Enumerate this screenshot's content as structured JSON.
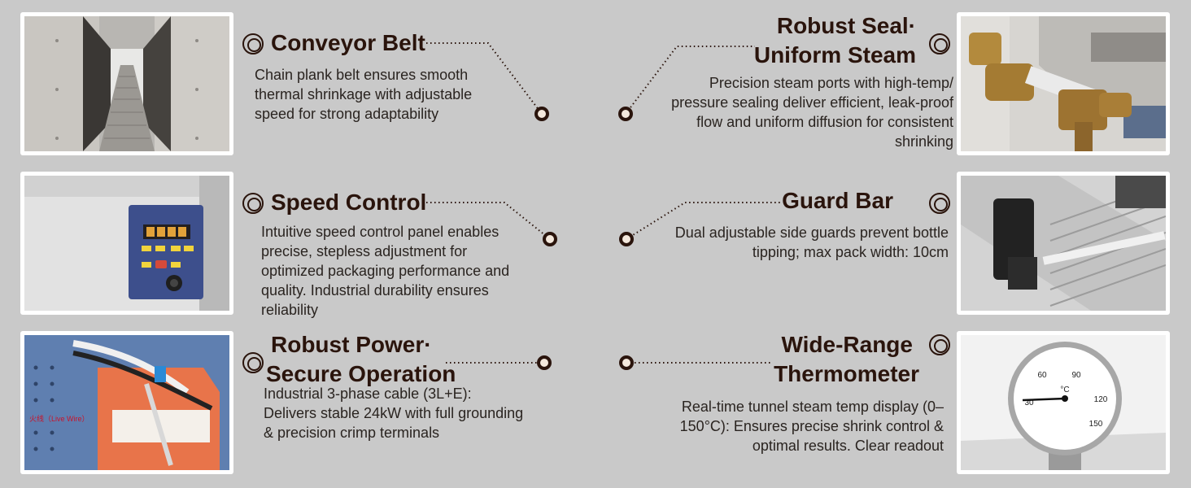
{
  "features": {
    "conveyor": {
      "title": "Conveyor Belt",
      "description": "Chain plank belt ensures smooth thermal shrinkage with adjustable speed for strong adaptability"
    },
    "seal": {
      "title_line1": "Robust Seal·",
      "title_line2": "Uniform Steam",
      "description": "Precision steam ports with high-temp/ pressure sealing deliver efficient, leak-proof flow and uniform diffusion for consistent shrinking"
    },
    "speed": {
      "title": "Speed Control",
      "description": "Intuitive speed control panel enables precise, stepless adjustment for optimized packaging performance and quality. Industrial durability ensures reliability"
    },
    "guard": {
      "title": "Guard Bar",
      "description": "Dual adjustable side guards prevent bottle tipping; max pack width: 10cm"
    },
    "power": {
      "title_line1": "Robust Power·",
      "title_line2": "Secure Operation",
      "description": "Industrial 3-phase cable (3L+E): Delivers stable 24kW with full grounding & precision crimp terminals"
    },
    "thermo": {
      "title_line1": "Wide-Range",
      "title_line2": "Thermometer",
      "description": "Real-time tunnel steam temp display (0–150°C): Ensures precise shrink control & optimal results. Clear readout"
    }
  },
  "photo_labels": {
    "live_wire": "火线（Live Wire）",
    "gauge_unit": "°C",
    "gauge_ticks": [
      "30",
      "60",
      "90",
      "120",
      "150"
    ]
  },
  "colors": {
    "background": "#c9c9c9",
    "accent_dark": "#2a140c",
    "dot_fill": "#f4e8dc"
  }
}
